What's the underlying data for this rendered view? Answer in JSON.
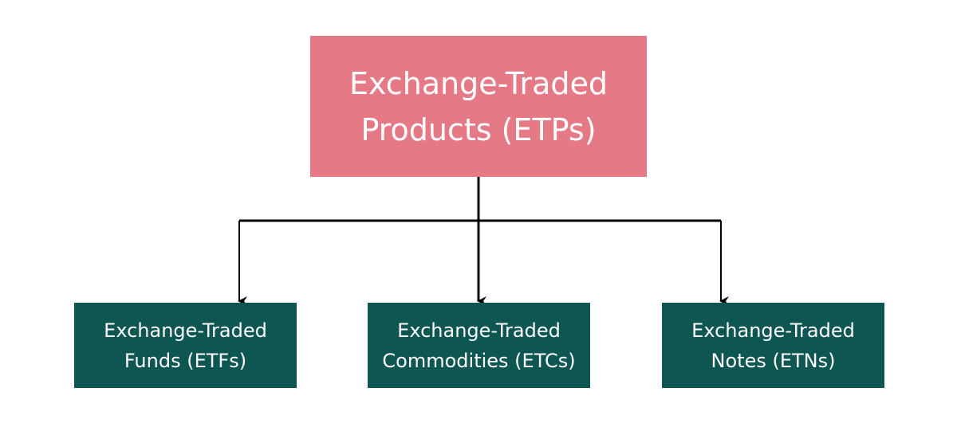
{
  "colors": {
    "root_fill": "#e57986",
    "child_fill": "#0d5651",
    "connector": "#000000"
  },
  "diagram": {
    "root": {
      "label": "Exchange-Traded\nProducts (ETPs)"
    },
    "children": [
      {
        "label": "Exchange-Traded\nFunds (ETFs)"
      },
      {
        "label": "Exchange-Traded\nCommodities (ETCs)"
      },
      {
        "label": "Exchange-Traded\nNotes (ETNs)"
      }
    ]
  }
}
